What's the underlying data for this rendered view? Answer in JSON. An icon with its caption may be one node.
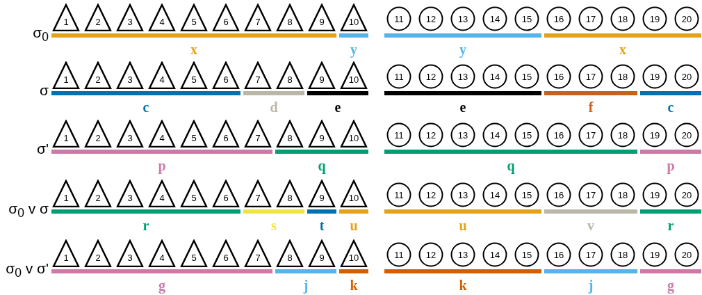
{
  "diagram": {
    "nodes": [
      {
        "text": [
          "1"
        ]
      },
      {
        "text": [
          "2"
        ]
      },
      {
        "text": [
          "3"
        ]
      },
      {
        "text": [
          "4"
        ]
      },
      {
        "text": [
          "5"
        ]
      },
      {
        "text": [
          "6"
        ]
      },
      {
        "text": [
          "7"
        ]
      },
      {
        "text": [
          "8"
        ]
      },
      {
        "text": [
          "9"
        ]
      },
      {
        "text": [
          "10"
        ]
      },
      {
        "text": [
          "11"
        ]
      },
      {
        "text": [
          "12"
        ]
      },
      {
        "text": [
          "13"
        ]
      },
      {
        "text": [
          "14"
        ]
      },
      {
        "text": [
          "15"
        ]
      },
      {
        "text": [
          "16"
        ]
      },
      {
        "text": [
          "17"
        ]
      },
      {
        "text": [
          "18"
        ]
      },
      {
        "text": [
          "19"
        ]
      },
      {
        "text": [
          "20"
        ]
      },
      {
        "text": [
          "1"
        ]
      },
      {
        "text": [
          "2"
        ]
      },
      {
        "text": [
          "3"
        ]
      },
      {
        "text": [
          "4"
        ]
      },
      {
        "text": [
          "5"
        ]
      },
      {
        "text": [
          "6"
        ]
      },
      {
        "text": [
          "7"
        ]
      },
      {
        "text": [
          "8"
        ]
      },
      {
        "text": [
          "9"
        ]
      },
      {
        "text": [
          "10"
        ]
      },
      {
        "text": [
          "11"
        ]
      },
      {
        "text": [
          "12"
        ]
      },
      {
        "text": [
          "13"
        ]
      },
      {
        "text": [
          "14"
        ]
      },
      {
        "text": [
          "15"
        ]
      },
      {
        "text": [
          "16"
        ]
      },
      {
        "text": [
          "17"
        ]
      },
      {
        "text": [
          "18"
        ]
      },
      {
        "text": [
          "19"
        ]
      },
      {
        "text": [
          "20"
        ]
      },
      {
        "text": [
          "1"
        ]
      },
      {
        "text": [
          "2"
        ]
      },
      {
        "text": [
          "3"
        ]
      },
      {
        "text": [
          "4"
        ]
      },
      {
        "text": [
          "5"
        ]
      },
      {
        "text": [
          "6"
        ]
      },
      {
        "text": [
          "7"
        ]
      },
      {
        "text": [
          "8"
        ]
      },
      {
        "text": [
          "9"
        ]
      },
      {
        "text": [
          "10"
        ]
      },
      {
        "text": [
          "11"
        ]
      },
      {
        "text": [
          "12"
        ]
      },
      {
        "text": [
          "13"
        ]
      },
      {
        "text": [
          "14"
        ]
      },
      {
        "text": [
          "15"
        ]
      },
      {
        "text": [
          "16"
        ]
      },
      {
        "text": [
          "17"
        ]
      },
      {
        "text": [
          "18"
        ]
      },
      {
        "text": [
          "19"
        ]
      },
      {
        "text": [
          "20"
        ]
      },
      {
        "text": [
          "1"
        ]
      },
      {
        "text": [
          "2"
        ]
      },
      {
        "text": [
          "3"
        ]
      },
      {
        "text": [
          "4"
        ]
      },
      {
        "text": [
          "5"
        ]
      },
      {
        "text": [
          "6"
        ]
      },
      {
        "text": [
          "7"
        ]
      },
      {
        "text": [
          "8"
        ]
      },
      {
        "text": [
          "9"
        ]
      },
      {
        "text": [
          "10"
        ]
      },
      {
        "text": [
          "11"
        ]
      },
      {
        "text": [
          "12"
        ]
      },
      {
        "text": [
          "13"
        ]
      },
      {
        "text": [
          "14"
        ]
      },
      {
        "text": [
          "15"
        ]
      },
      {
        "text": [
          "16"
        ]
      },
      {
        "text": [
          "17"
        ]
      },
      {
        "text": [
          "18"
        ]
      },
      {
        "text": [
          "19"
        ]
      },
      {
        "text": [
          "20"
        ]
      },
      {
        "text": [
          "1"
        ]
      },
      {
        "text": [
          "2"
        ]
      },
      {
        "text": [
          "3"
        ]
      },
      {
        "text": [
          "4"
        ]
      },
      {
        "text": [
          "5"
        ]
      },
      {
        "text": [
          "6"
        ]
      },
      {
        "text": [
          "7"
        ]
      },
      {
        "text": [
          "8"
        ]
      },
      {
        "text": [
          "9"
        ]
      },
      {
        "text": [
          "10"
        ]
      },
      {
        "text": [
          "11"
        ]
      },
      {
        "text": [
          "12"
        ]
      },
      {
        "text": [
          "13"
        ]
      },
      {
        "text": [
          "14"
        ]
      },
      {
        "text": [
          "15"
        ]
      },
      {
        "text": [
          "16"
        ]
      },
      {
        "text": [
          "17"
        ]
      },
      {
        "text": [
          "18"
        ]
      },
      {
        "text": [
          "19"
        ]
      },
      {
        "text": [
          "20"
        ]
      }
    ],
    "labels": [
      "σ$_{0}$",
      "x",
      "y",
      "y",
      "x",
      "σ",
      "c",
      "d",
      "e",
      "e",
      "f",
      "c",
      "σ'",
      "p",
      "q",
      "q",
      "p",
      "σ$_{0}$ v σ",
      "r",
      "s",
      "t",
      "u",
      "u",
      "v",
      "r",
      "σ$_{0}$ v σ'",
      "g",
      "j",
      "k",
      "k",
      "j",
      "g"
    ]
  }
}
